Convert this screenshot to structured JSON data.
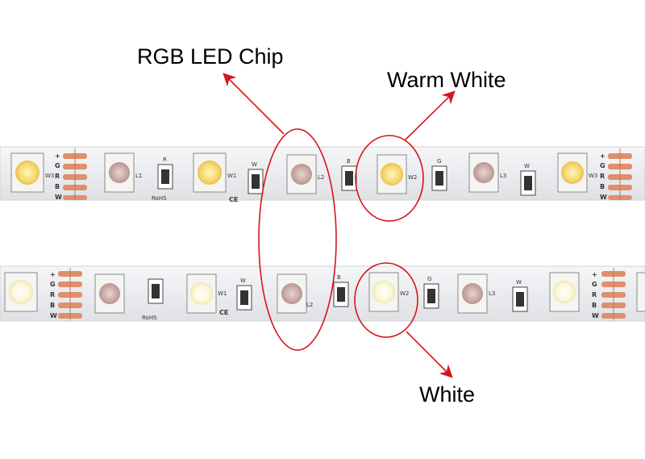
{
  "callouts": {
    "rgb_chip": "RGB LED Chip",
    "warm_white": "Warm White",
    "white": "White"
  },
  "strip_top": {
    "pad_labels": [
      "+",
      "G",
      "R",
      "B",
      "W"
    ],
    "chip_labels": [
      "W3",
      "L1",
      "W1",
      "L2",
      "W2",
      "L3",
      "W3"
    ],
    "resistor_labels": [
      "R",
      "W",
      "B",
      "G",
      "W"
    ],
    "marks": [
      "RoHS",
      "CE"
    ]
  },
  "strip_bottom": {
    "pad_labels": [
      "+",
      "G",
      "R",
      "B",
      "W"
    ],
    "chip_labels": [
      "W1",
      "L2",
      "W2",
      "L3"
    ],
    "resistor_labels": [
      "W",
      "B",
      "G",
      "W"
    ],
    "marks": [
      "RoHS",
      "CE"
    ]
  },
  "colors": {
    "strip": "#ecedf0",
    "warm_led": "#f6d774",
    "cool_led": "#fafae0",
    "rgb_led": "#c9a7a6",
    "copper_pad": "#de8f6b",
    "annotation": "#d7141a"
  }
}
